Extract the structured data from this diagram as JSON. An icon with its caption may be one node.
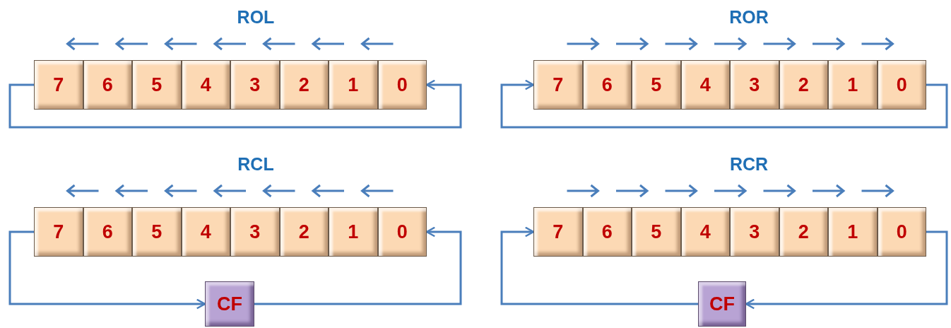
{
  "diagram": {
    "nodes": [
      {
        "text": [
          "7"
        ]
      },
      {
        "text": [
          "6"
        ]
      },
      {
        "text": [
          "5"
        ]
      },
      {
        "text": [
          "4"
        ]
      },
      {
        "text": [
          "3"
        ]
      },
      {
        "text": [
          "2"
        ]
      },
      {
        "text": [
          "1"
        ]
      },
      {
        "text": [
          "0"
        ]
      },
      {
        "text": [
          "7"
        ]
      },
      {
        "text": [
          "6"
        ]
      },
      {
        "text": [
          "5"
        ]
      },
      {
        "text": [
          "4"
        ]
      },
      {
        "text": [
          "3"
        ]
      },
      {
        "text": [
          "2"
        ]
      },
      {
        "text": [
          "1"
        ]
      },
      {
        "text": [
          "0"
        ]
      },
      {
        "text": [
          "7"
        ]
      },
      {
        "text": [
          "6"
        ]
      },
      {
        "text": [
          "5"
        ]
      },
      {
        "text": [
          "4"
        ]
      },
      {
        "text": [
          "3"
        ]
      },
      {
        "text": [
          "2"
        ]
      },
      {
        "text": [
          "1"
        ]
      },
      {
        "text": [
          "0"
        ]
      },
      {
        "text": [
          "CF"
        ]
      },
      {
        "text": [
          "7"
        ]
      },
      {
        "text": [
          "6"
        ]
      },
      {
        "text": [
          "5"
        ]
      },
      {
        "text": [
          "4"
        ]
      },
      {
        "text": [
          "3"
        ]
      },
      {
        "text": [
          "2"
        ]
      },
      {
        "text": [
          "1"
        ]
      },
      {
        "text": [
          "0"
        ]
      },
      {
        "text": [
          "CF"
        ]
      }
    ],
    "edges": [
      {
        "from": 0,
        "to": 7,
        "arrow": "to"
      },
      {
        "from": 15,
        "to": 8,
        "arrow": "to"
      },
      {
        "from": 16,
        "to": 24,
        "arrow": "to"
      },
      {
        "from": 24,
        "to": 23,
        "arrow": "to"
      },
      {
        "from": 32,
        "to": 33,
        "arrow": "to"
      },
      {
        "from": 33,
        "to": 25,
        "arrow": "to"
      }
    ],
    "labels": [
      "ROL",
      "ROR",
      "RCL",
      "RCR"
    ]
  }
}
